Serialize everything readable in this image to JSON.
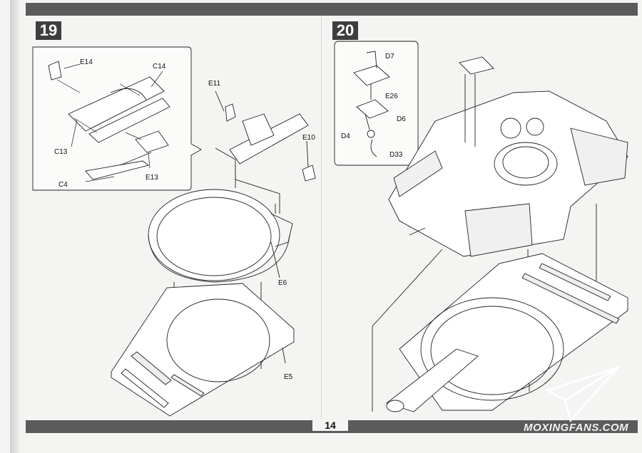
{
  "steps": [
    {
      "number": "19"
    },
    {
      "number": "20"
    }
  ],
  "step19_labels": {
    "e14": "E14",
    "c14": "C14",
    "c13": "C13",
    "e13": "E13",
    "c4": "C4",
    "e11": "E11",
    "e10": "E10",
    "e6": "E6",
    "e5": "E5"
  },
  "step20_labels": {
    "d7": "D7",
    "e26": "E26",
    "d6": "D6",
    "d4": "D4",
    "d33": "D33"
  },
  "footer": {
    "page_number": "14",
    "watermark": "MOXINGFANS.COM"
  }
}
